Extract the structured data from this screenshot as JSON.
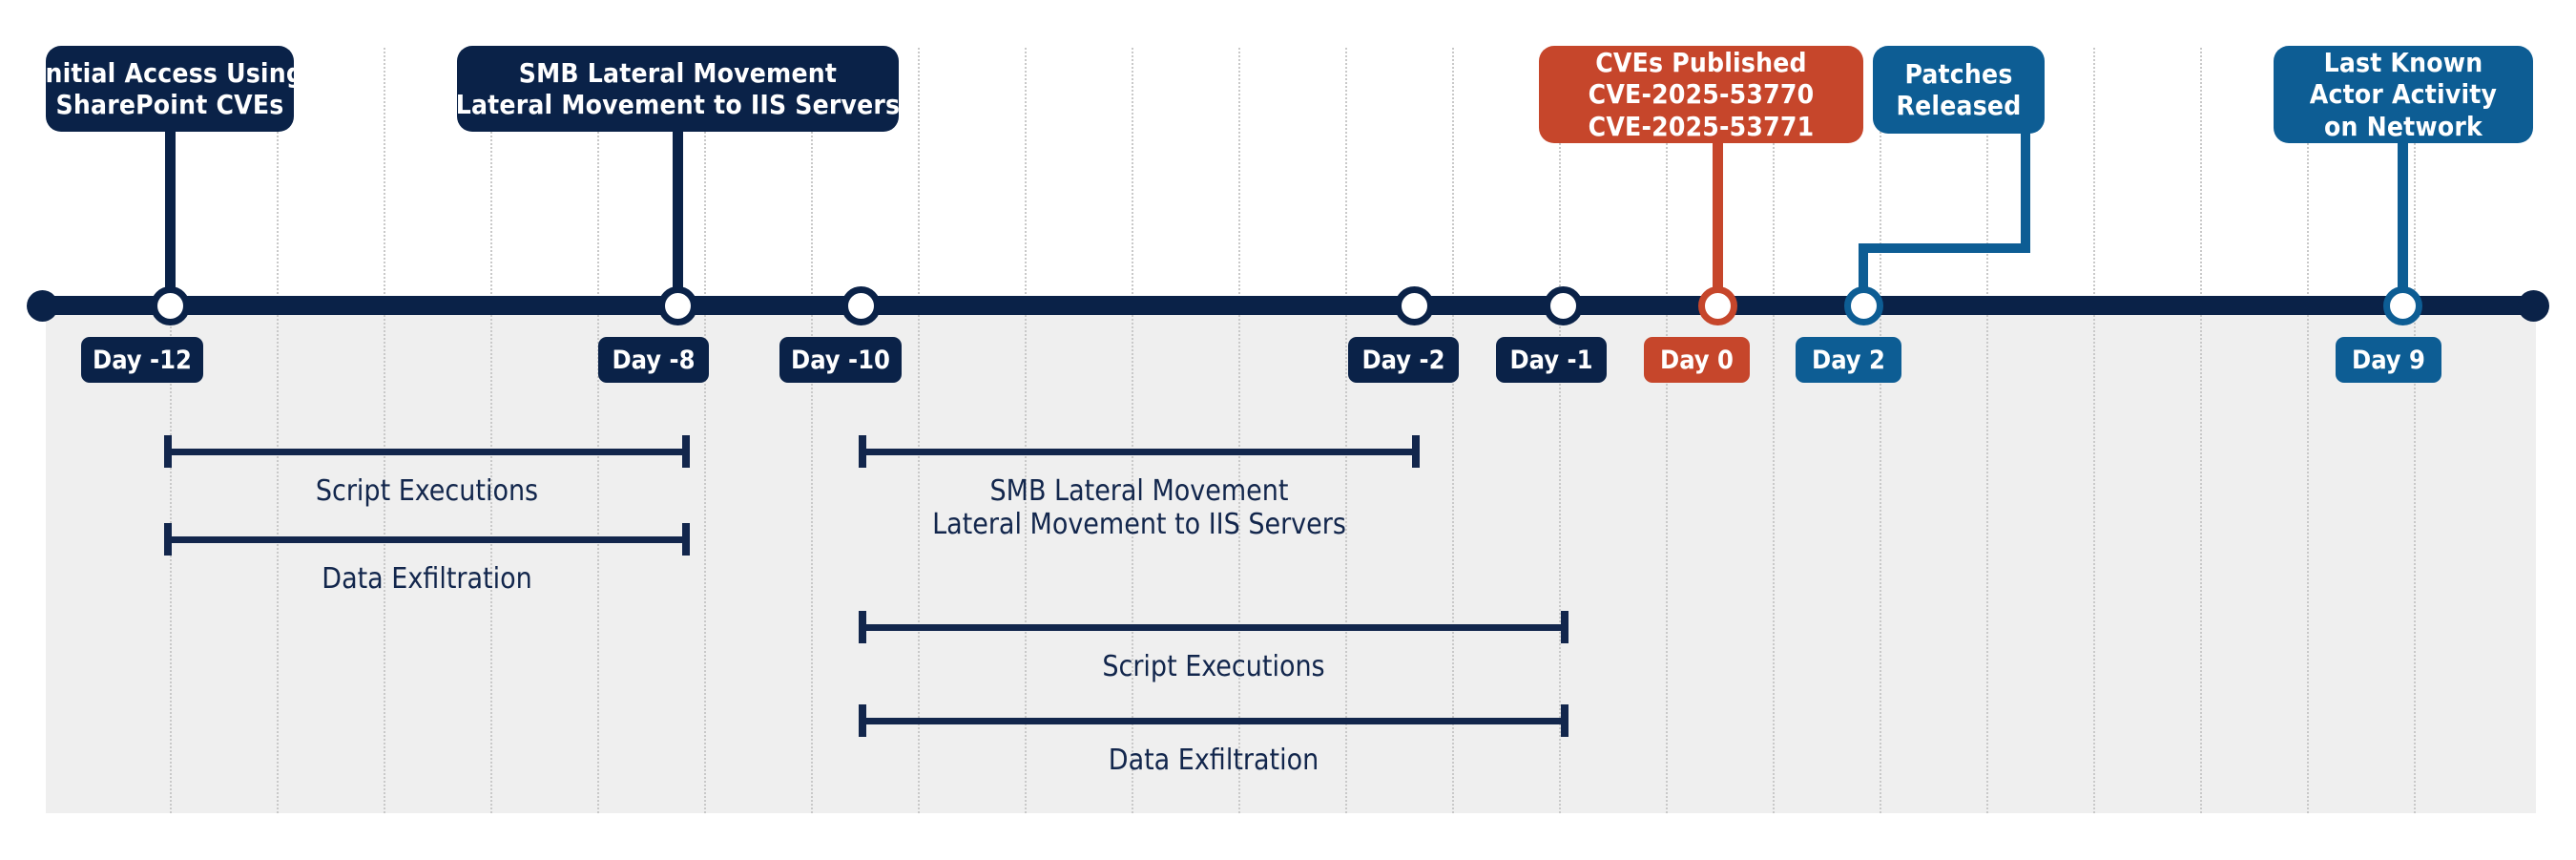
{
  "theme": {
    "navy": "#0a2248",
    "red": "#c6462b",
    "blue": "#0d5d94",
    "panel_bg": "#efefef",
    "gridline": "#c9c9c9",
    "card_text": "#ffffff",
    "bracket": "#12264c",
    "page_bg": "#ffffff"
  },
  "chart_data": {
    "type": "timeline",
    "title": "",
    "xlabel": "",
    "ylabel": "",
    "axis": {
      "orientation": "horizontal",
      "grid": true,
      "start_label": "",
      "end_label": ""
    },
    "milestones": [
      {
        "day": -12,
        "label": "Day -12",
        "color": "navy",
        "card": [
          "Initial Access Using",
          "SharePoint CVEs"
        ]
      },
      {
        "day": -8,
        "label": "Day -8",
        "color": "navy",
        "card": [
          "SMB Lateral Movement",
          "Lateral Movement to IIS Servers"
        ]
      },
      {
        "day": -10,
        "label": "Day -10",
        "color": "navy",
        "card": null
      },
      {
        "day": -2,
        "label": "Day -2",
        "color": "navy",
        "card": null
      },
      {
        "day": -1,
        "label": "Day -1",
        "color": "navy",
        "card": null
      },
      {
        "day": 0,
        "label": "Day 0",
        "color": "red",
        "card": [
          "CVEs Published",
          "CVE-2025-53770",
          "CVE-2025-53771"
        ]
      },
      {
        "day": 2,
        "label": "Day 2",
        "color": "blue",
        "card": [
          "Patches",
          "Released"
        ]
      },
      {
        "day": 9,
        "label": "Day 9",
        "color": "blue",
        "card": [
          "Last Known",
          "Actor Activity",
          "on Network"
        ]
      }
    ],
    "activity_spans": [
      {
        "label": [
          "Script Executions"
        ],
        "group": 1
      },
      {
        "label": [
          "Data Exfiltration"
        ],
        "group": 1
      },
      {
        "label": [
          "SMB Lateral Movement",
          "Lateral Movement to IIS Servers"
        ],
        "group": 2
      },
      {
        "label": [
          "Script Executions"
        ],
        "group": 2
      },
      {
        "label": [
          "Data Exfiltration"
        ],
        "group": 2
      }
    ]
  },
  "cards": [
    {
      "id": "initial-access",
      "color": "navy",
      "lines": [
        "Initial Access Using",
        "SharePoint CVEs"
      ]
    },
    {
      "id": "smb-lateral",
      "color": "navy",
      "lines": [
        "SMB Lateral Movement",
        "Lateral Movement to IIS Servers"
      ]
    },
    {
      "id": "cves-published",
      "color": "red",
      "lines": [
        "CVEs Published",
        "CVE-2025-53770",
        "CVE-2025-53771"
      ]
    },
    {
      "id": "patches-released",
      "color": "blue",
      "lines": [
        "Patches",
        "Released"
      ]
    },
    {
      "id": "last-activity",
      "color": "blue",
      "lines": [
        "Last Known",
        "Actor Activity",
        "on Network"
      ]
    }
  ],
  "day_badges": [
    {
      "id": "day-minus-12",
      "label": "Day -12",
      "color": "navy"
    },
    {
      "id": "day-minus-8",
      "label": "Day -8",
      "color": "navy"
    },
    {
      "id": "day-minus-10",
      "label": "Day -10",
      "color": "navy"
    },
    {
      "id": "day-minus-2",
      "label": "Day -2",
      "color": "navy"
    },
    {
      "id": "day-minus-1",
      "label": "Day -1",
      "color": "navy"
    },
    {
      "id": "day-0",
      "label": "Day 0",
      "color": "red"
    },
    {
      "id": "day-2",
      "label": "Day 2",
      "color": "blue"
    },
    {
      "id": "day-9",
      "label": "Day 9",
      "color": "blue"
    }
  ],
  "brackets": [
    {
      "id": "script-executions-early",
      "lines": [
        "Script Executions"
      ]
    },
    {
      "id": "data-exfiltration-early",
      "lines": [
        "Data Exfiltration"
      ]
    },
    {
      "id": "smb-lateral-movement",
      "lines": [
        "SMB Lateral Movement",
        "Lateral Movement to IIS Servers"
      ]
    },
    {
      "id": "script-executions-late",
      "lines": [
        "Script Executions"
      ]
    },
    {
      "id": "data-exfiltration-late",
      "lines": [
        "Data Exfiltration"
      ]
    }
  ]
}
